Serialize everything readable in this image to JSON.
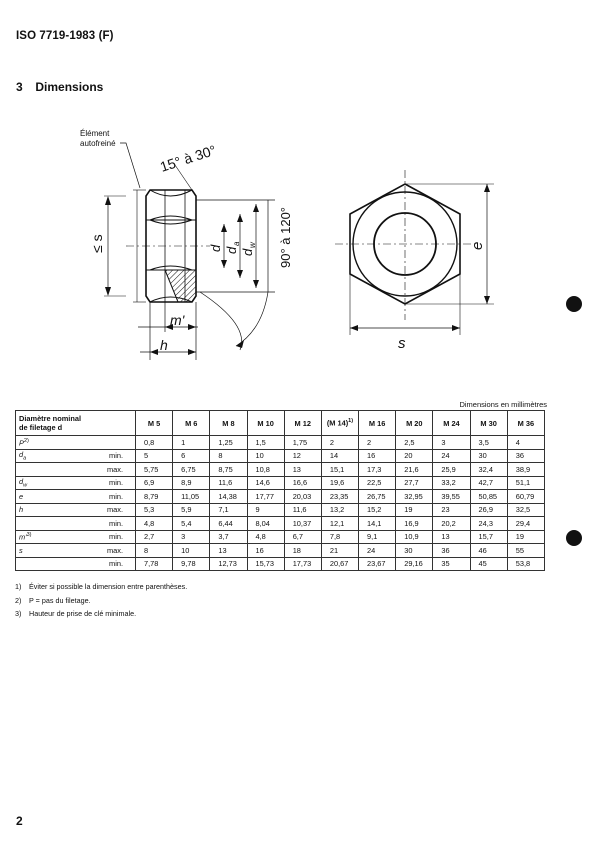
{
  "header": {
    "standard": "ISO 7719-1983 (F)"
  },
  "section": {
    "number": "3",
    "title": "Dimensions"
  },
  "figure": {
    "element_label_line1": "Élément",
    "element_label_line2": "autofreiné",
    "angle_top": "15° à 30°",
    "angle_side": "90° à 120°",
    "le_s": "≤ s",
    "d": "d",
    "da": "d",
    "da_sub": "a",
    "dw": "d",
    "dw_sub": "w",
    "m_prime": "m'",
    "h": "h",
    "s": "s",
    "e": "e"
  },
  "units_note": "Dimensions en millimètres",
  "table": {
    "header_label_line1": "Diamètre nominal",
    "header_label_line2": "de filetage d",
    "sizes": [
      "M 5",
      "M 6",
      "M 8",
      "M 10",
      "M 12",
      "(M 14)",
      "M 16",
      "M 20",
      "M 24",
      "M 30",
      "M 36"
    ],
    "size_note_ref": "1)",
    "rows": [
      {
        "param": "P",
        "param_sup": "2)",
        "qual": "",
        "values": [
          "0,8",
          "1",
          "1,25",
          "1,5",
          "1,75",
          "2",
          "2",
          "2,5",
          "3",
          "3,5",
          "4"
        ]
      },
      {
        "param": "d",
        "param_sub": "a",
        "qual": "min.",
        "values": [
          "5",
          "6",
          "8",
          "10",
          "12",
          "14",
          "16",
          "20",
          "24",
          "30",
          "36"
        ]
      },
      {
        "param": "",
        "qual": "max.",
        "values": [
          "5,75",
          "6,75",
          "8,75",
          "10,8",
          "13",
          "15,1",
          "17,3",
          "21,6",
          "25,9",
          "32,4",
          "38,9"
        ]
      },
      {
        "param": "d",
        "param_sub": "w",
        "qual": "min.",
        "values": [
          "6,9",
          "8,9",
          "11,6",
          "14,6",
          "16,6",
          "19,6",
          "22,5",
          "27,7",
          "33,2",
          "42,7",
          "51,1"
        ]
      },
      {
        "param": "e",
        "qual": "min.",
        "values": [
          "8,79",
          "11,05",
          "14,38",
          "17,77",
          "20,03",
          "23,35",
          "26,75",
          "32,95",
          "39,55",
          "50,85",
          "60,79"
        ]
      },
      {
        "param": "h",
        "qual": "max.",
        "values": [
          "5,3",
          "5,9",
          "7,1",
          "9",
          "11,6",
          "13,2",
          "15,2",
          "19",
          "23",
          "26,9",
          "32,5"
        ]
      },
      {
        "param": "",
        "qual": "min.",
        "values": [
          "4,8",
          "5,4",
          "6,44",
          "8,04",
          "10,37",
          "12,1",
          "14,1",
          "16,9",
          "20,2",
          "24,3",
          "29,4"
        ]
      },
      {
        "param": "m'",
        "param_sup": "3)",
        "qual": "min.",
        "values": [
          "2,7",
          "3",
          "3,7",
          "4,8",
          "6,7",
          "7,8",
          "9,1",
          "10,9",
          "13",
          "15,7",
          "19"
        ]
      },
      {
        "param": "s",
        "qual": "max.",
        "values": [
          "8",
          "10",
          "13",
          "16",
          "18",
          "21",
          "24",
          "30",
          "36",
          "46",
          "55"
        ]
      },
      {
        "param": "",
        "qual": "min.",
        "values": [
          "7,78",
          "9,78",
          "12,73",
          "15,73",
          "17,73",
          "20,67",
          "23,67",
          "29,16",
          "35",
          "45",
          "53,8"
        ]
      }
    ]
  },
  "footnotes": [
    {
      "num": "1)",
      "text": "Éviter si possible la dimension entre parenthèses."
    },
    {
      "num": "2)",
      "text": "P = pas du filetage."
    },
    {
      "num": "3)",
      "text": "Hauteur de prise de clé minimale."
    }
  ],
  "page_number": "2"
}
